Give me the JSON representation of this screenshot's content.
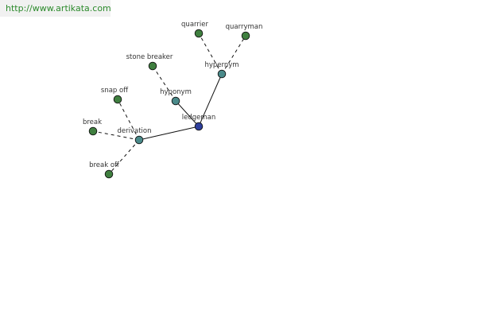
{
  "source": {
    "url_text": "http://www.artikata.com"
  },
  "colors": {
    "center_node": "#2e3f9c",
    "relation_node": "#4a8a8a",
    "word_node": "#3f7f3f",
    "edge": "#111111",
    "label": "#333333",
    "link": "#2b8a2b"
  },
  "graph": {
    "center": {
      "id": "ledgeman",
      "label": "ledgeman"
    },
    "relations": [
      {
        "id": "hypernym",
        "label": "hypernym",
        "words": [
          {
            "id": "quarrier",
            "label": "quarrier"
          },
          {
            "id": "quarryman",
            "label": "quarryman"
          }
        ]
      },
      {
        "id": "hyponym",
        "label": "hyponym",
        "words": [
          {
            "id": "stone-breaker",
            "label": "stone breaker"
          }
        ]
      },
      {
        "id": "derivation",
        "label": "derivation",
        "words": [
          {
            "id": "snap-off",
            "label": "snap off"
          },
          {
            "id": "break",
            "label": "break"
          },
          {
            "id": "break-off",
            "label": "break off"
          }
        ]
      }
    ]
  }
}
